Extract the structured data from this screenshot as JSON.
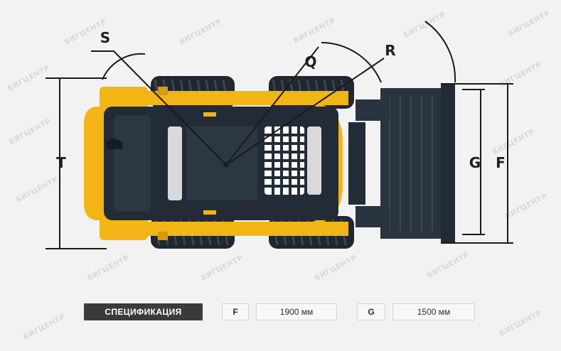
{
  "diagram": {
    "labels": {
      "s": "S",
      "q": "Q",
      "r": "R",
      "t": "T",
      "g": "G",
      "f": "F"
    },
    "colors": {
      "body": "#232c36",
      "frame": "#f3b416",
      "tire": "#20272f",
      "line": "#1a1a1a",
      "background": "#f2f2f2"
    }
  },
  "watermark": "БИГЦЕНТР",
  "specification": {
    "title": "СПЕЦИФИКАЦИЯ",
    "rows": [
      {
        "key": "F",
        "value": "1900 мм"
      },
      {
        "key": "G",
        "value": "1500 мм"
      }
    ]
  }
}
